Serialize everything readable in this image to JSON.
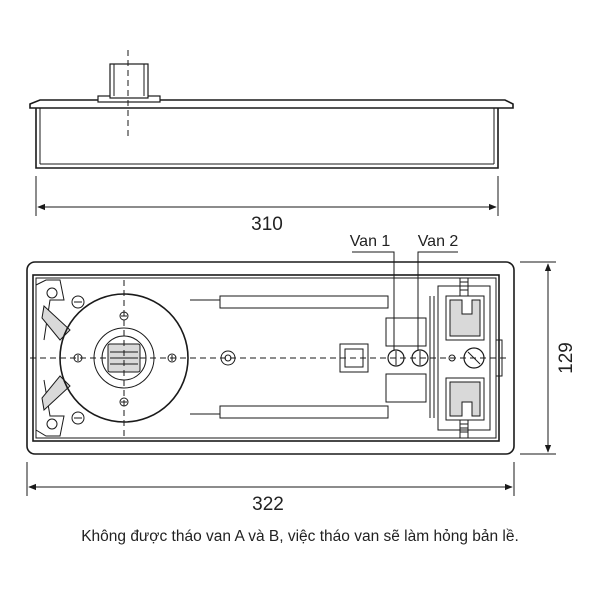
{
  "dimensions": {
    "top_width": "310",
    "bottom_width": "322",
    "height": "129"
  },
  "labels": {
    "valve_1": "Van 1",
    "valve_2": "Van 2"
  },
  "caption": "Không được tháo van A và B, việc tháo van sẽ làm hỏng bản lề."
}
